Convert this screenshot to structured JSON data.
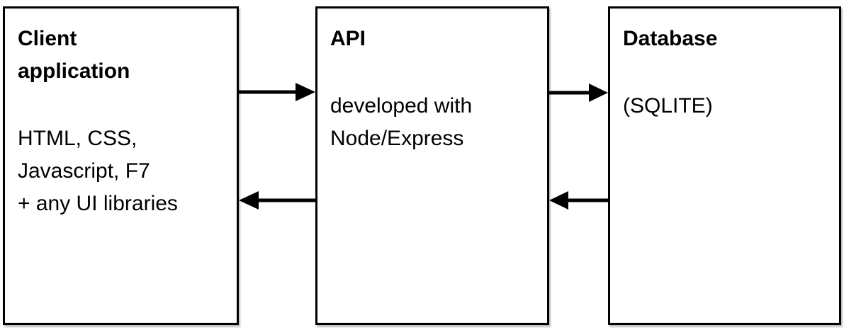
{
  "diagram": {
    "background_color": "#ffffff",
    "box_border_color": "#000000",
    "text_color": "#000000",
    "arrow_color": "#000000",
    "boxes": {
      "client": {
        "title": "Client\napplication",
        "body": "HTML, CSS,\nJavascript, F7\n+ any UI libraries"
      },
      "api": {
        "title": "API",
        "body": "developed with\nNode/Express"
      },
      "database": {
        "title": "Database",
        "body": "(SQLITE)"
      }
    },
    "arrows": [
      {
        "name": "client-to-api",
        "direction": "right"
      },
      {
        "name": "api-to-db",
        "direction": "right"
      },
      {
        "name": "api-to-client",
        "direction": "left"
      },
      {
        "name": "db-to-api",
        "direction": "left"
      }
    ]
  }
}
